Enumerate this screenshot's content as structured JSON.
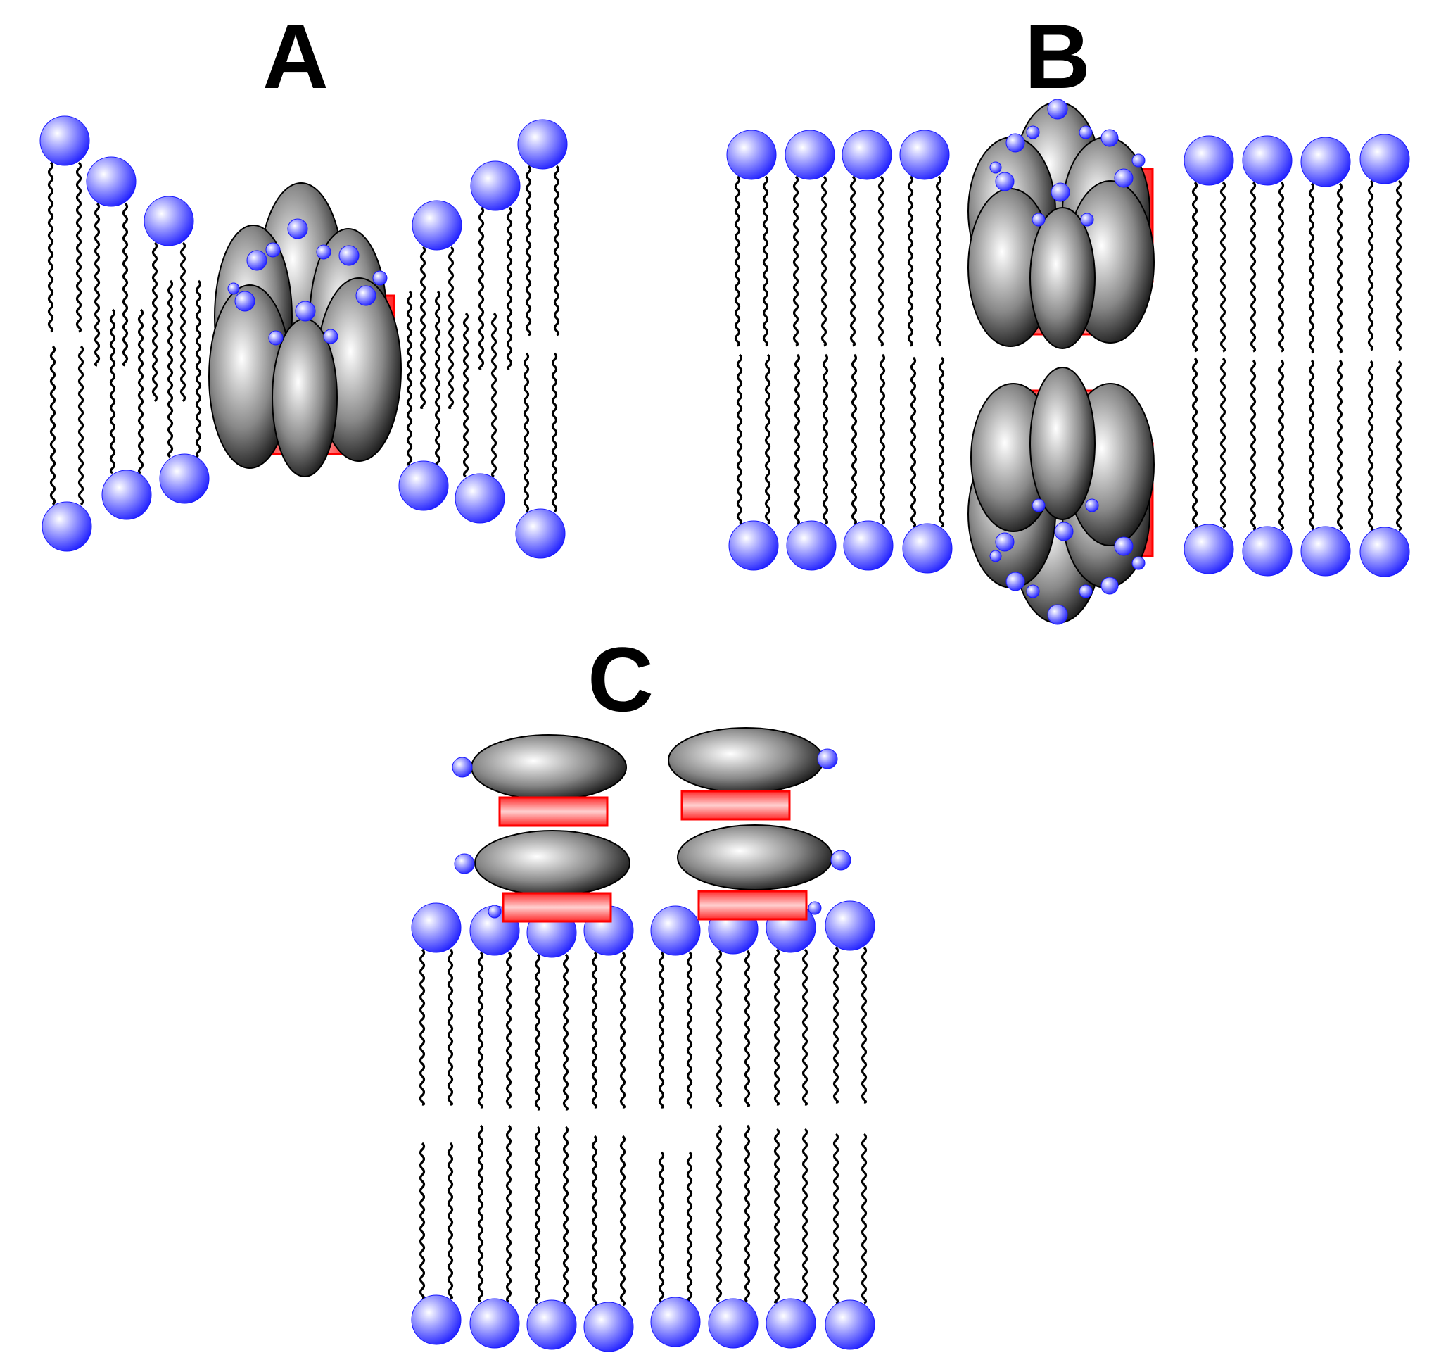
{
  "figure": {
    "panels": [
      {
        "id": "A",
        "label": "A"
      },
      {
        "id": "B",
        "label": "B"
      },
      {
        "id": "C",
        "label": "C"
      }
    ]
  },
  "colors": {
    "lipid_head": "#3b3bff",
    "lipid_head_highlight": "#ffffff",
    "lipid_tail": "#000000",
    "peptide_rect": "#ff0000",
    "peptide_helix_dark": "#000000",
    "peptide_helix_light": "#ffffff",
    "background": "#ffffff"
  },
  "icons": [
    "lipid-head-sphere",
    "lipid-tail-wave",
    "peptide-helix-ellipse",
    "peptide-red-block",
    "small-head-sphere"
  ]
}
